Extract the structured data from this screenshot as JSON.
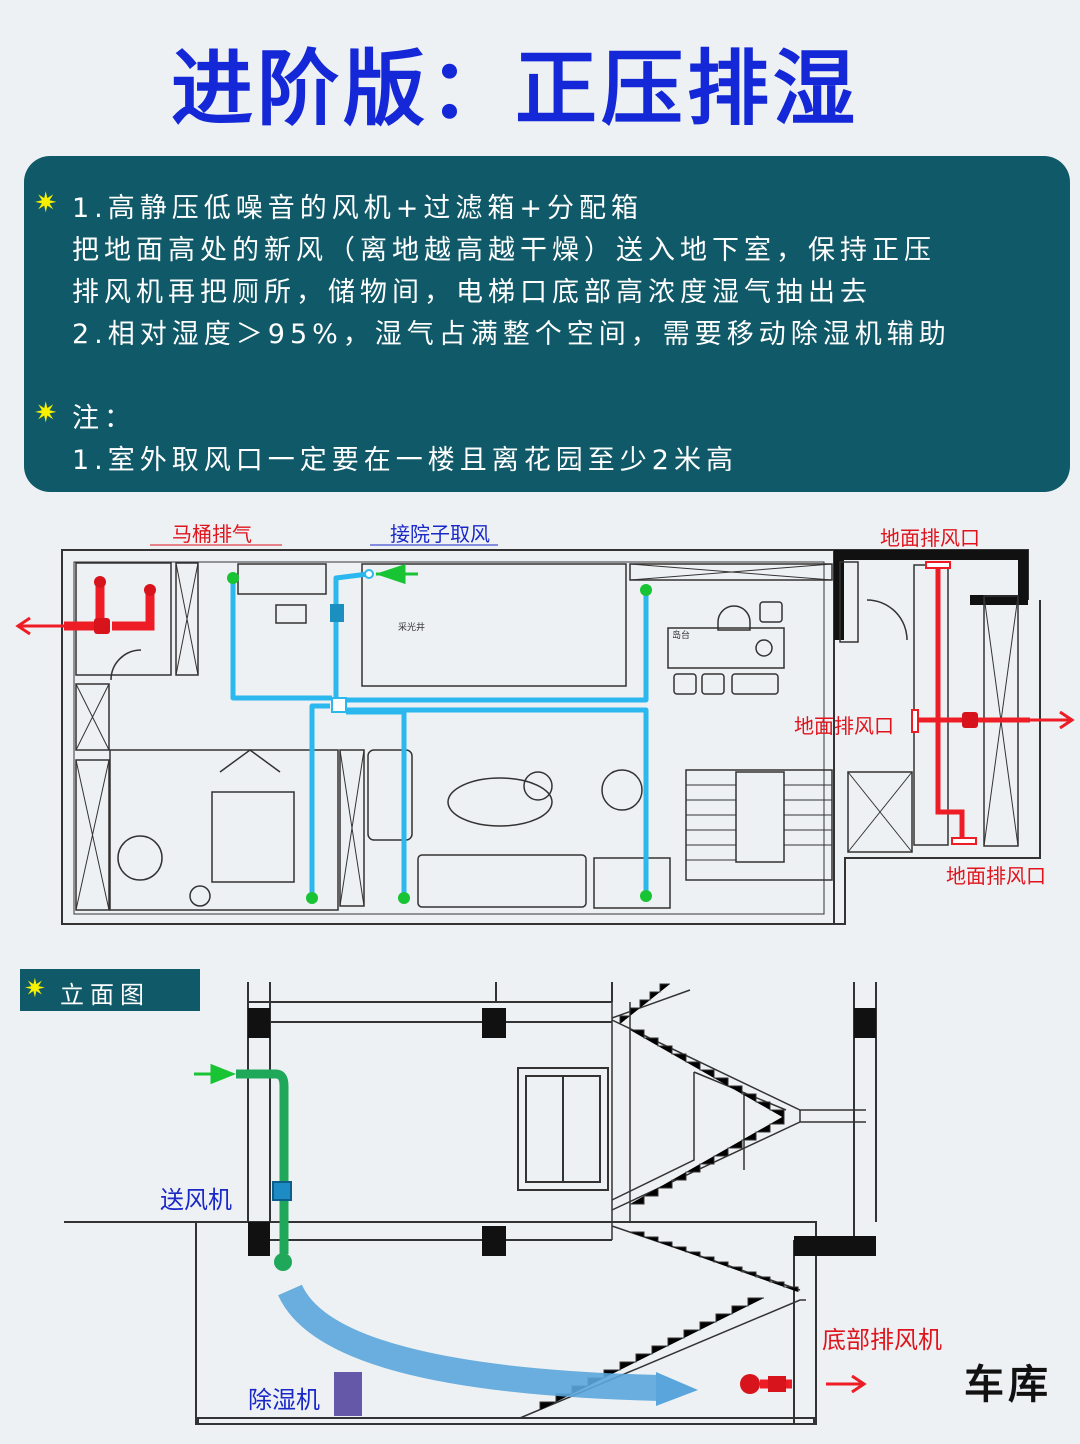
{
  "title": "进阶版：正压排湿",
  "notes": {
    "line1": "1.高静压低噪音的风机+过滤箱+分配箱",
    "line2": "把地面高处的新风（离地越高越干燥）送入地下室，保持正压",
    "line3": "排风机再把厕所，储物间，电梯口底部高浓度湿气抽出去",
    "line4": "2.相对湿度＞95%，湿气占满整个空间，需要移动除湿机辅助",
    "note_heading": "注：",
    "note_line1": "1.室外取风口一定要在一楼且离花园至少2米高"
  },
  "plan": {
    "toilet_exhaust": "马桶排气",
    "yard_intake": "接院子取风",
    "floor_exhaust_top": "地面排风口",
    "floor_exhaust_mid": "地面排风口",
    "floor_exhaust_bottom": "地面排风口",
    "skylight_text": "采光井",
    "island_text": "岛台"
  },
  "elevation": {
    "heading": "立面图",
    "supply_fan": "送风机",
    "dehumidifier": "除湿机",
    "bottom_exhaust_fan": "底部排风机",
    "garage": "车库"
  },
  "colors": {
    "title": "#1428d8",
    "panel": "#0f5968",
    "star": "#f7f000",
    "supply_duct": "#2bb8ee",
    "exhaust_duct": "#ee1c24",
    "elevation_supply": "#1fa85a",
    "airflow_arrow": "#5aa6dc"
  }
}
